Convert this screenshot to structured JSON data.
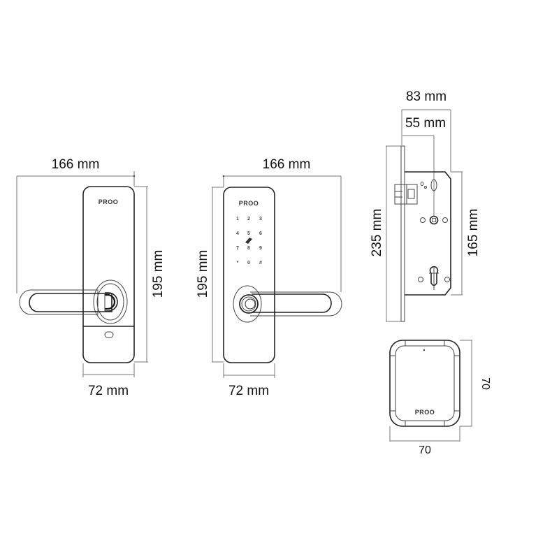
{
  "figure": {
    "title": "",
    "views": {
      "front_lock": {
        "brand": "PROO",
        "width_label": "166 mm",
        "height_label": "195 mm",
        "panel_width_label": "72 mm"
      },
      "keypad_lock": {
        "brand": "PROO",
        "width_label": "166 mm",
        "height_label": "195 mm",
        "panel_width_label": "72 mm",
        "keypad": [
          "1",
          "2",
          "3",
          "4",
          "5",
          "6",
          "7",
          "8",
          "9",
          "*",
          "0",
          "#"
        ]
      },
      "mortise": {
        "total_depth_label": "83 mm",
        "backset_label": "55 mm",
        "faceplate_height_label": "235 mm",
        "case_height_label": "165 mm"
      },
      "gateway": {
        "brand": "PROO",
        "width_label": "70",
        "height_label": "70"
      }
    }
  }
}
